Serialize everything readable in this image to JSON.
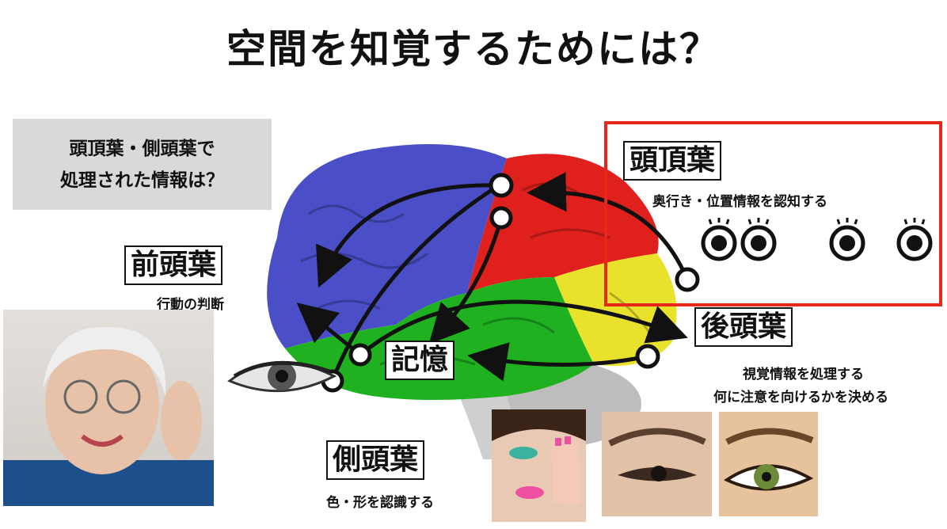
{
  "title": "空間を知覚するためには？",
  "question": {
    "line1": "頭頂葉・側頭葉で",
    "line2": "処理された情報は？"
  },
  "lobes": {
    "parietal": {
      "name": "頭頂葉",
      "description": "奥行き・位置情報を認知する"
    },
    "frontal": {
      "name": "前頭葉",
      "description": "行動の判断"
    },
    "occipital": {
      "name": "後頭葉",
      "description_line1": "視覚情報を処理する",
      "description_line2": "何に注意を向けるかを決める"
    },
    "temporal": {
      "name": "側頭葉",
      "description": "色・形を認識する"
    },
    "memory": {
      "name": "記憶"
    }
  },
  "colors": {
    "frontal": "#4a4fc8",
    "parietal": "#e0201c",
    "temporal": "#1fb11f",
    "occipital": "#e8e22c",
    "cerebellum": "#bdbdbd",
    "highlight_box": "#e8271b",
    "question_bg": "#d9d9d9"
  },
  "icons": [
    "eye-icon",
    "surprised-eye-icon",
    "brain-illustration"
  ]
}
